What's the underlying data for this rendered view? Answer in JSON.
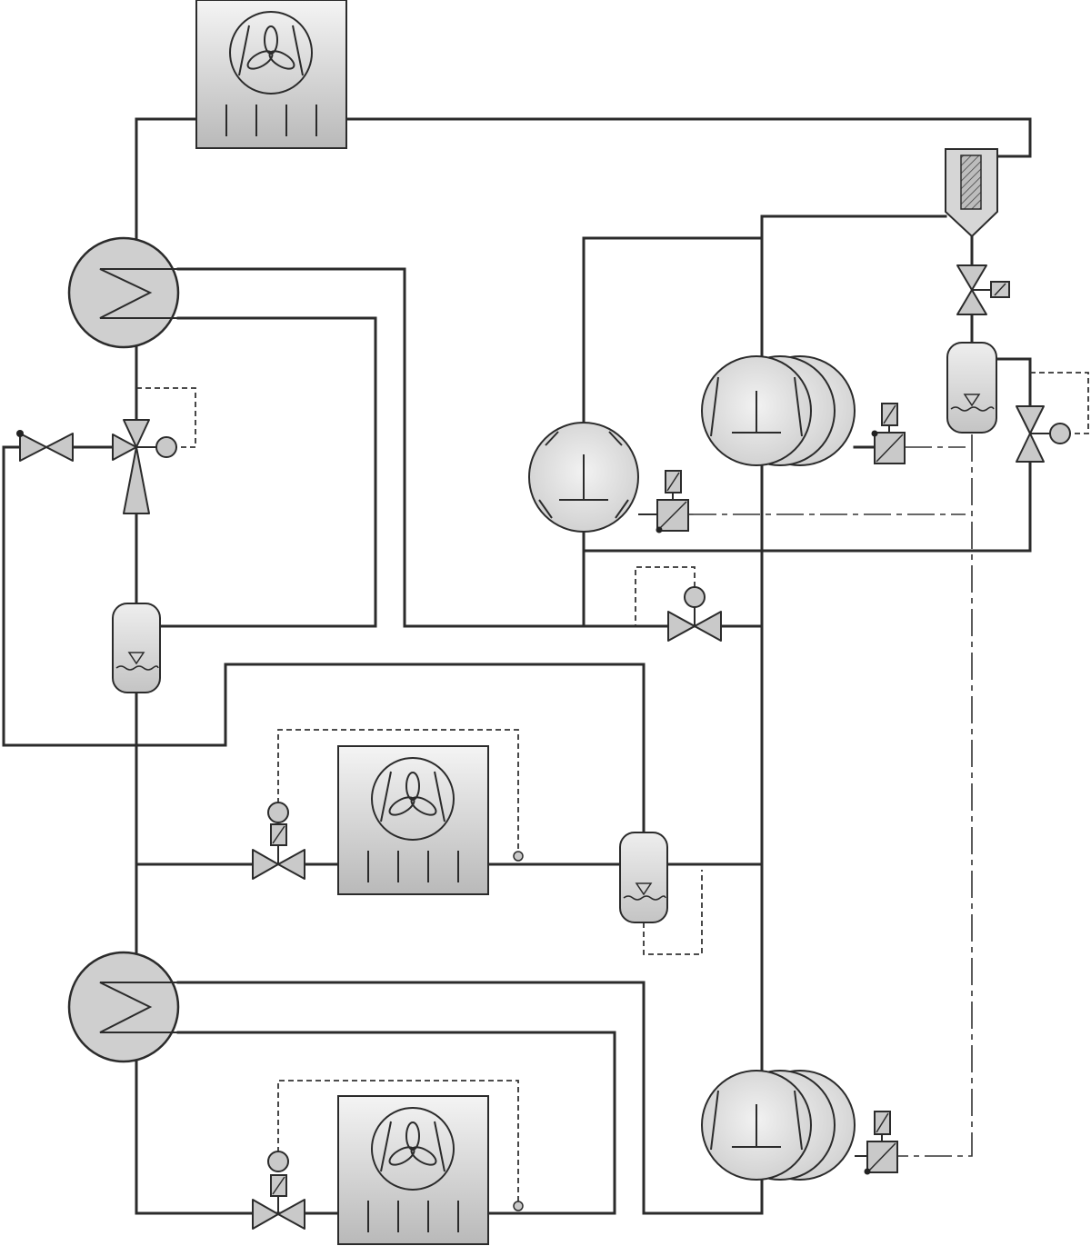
{
  "diagram": {
    "type": "refrigeration-piping-and-instrumentation-schematic",
    "components": {
      "fan_coil_units": [
        "top-fan-coil",
        "middle-fan-coil",
        "bottom-fan-coil"
      ],
      "heat_exchangers": [
        "upper-heat-exchanger",
        "lower-heat-exchanger"
      ],
      "compressor_racks": [
        "single-compressor",
        "upper-compressor-rack",
        "lower-compressor-rack"
      ],
      "receivers": [
        "left-receiver",
        "middle-receiver",
        "right-receiver"
      ],
      "oil_separator": "oil-separator",
      "valves": [
        "left-hand-valve",
        "left-three-way-valve",
        "bypass-valve",
        "middle-expansion-valve",
        "bottom-expansion-valve",
        "top-solenoid-valve",
        "right-three-way-valve"
      ],
      "solenoid_actuators": [
        "compressor-solenoid",
        "upper-rack-solenoid",
        "lower-rack-solenoid"
      ]
    },
    "colors": {
      "pipe": "#2b2b2b",
      "equipment_fill": "#cfcfcf",
      "background": "#ffffff"
    }
  }
}
